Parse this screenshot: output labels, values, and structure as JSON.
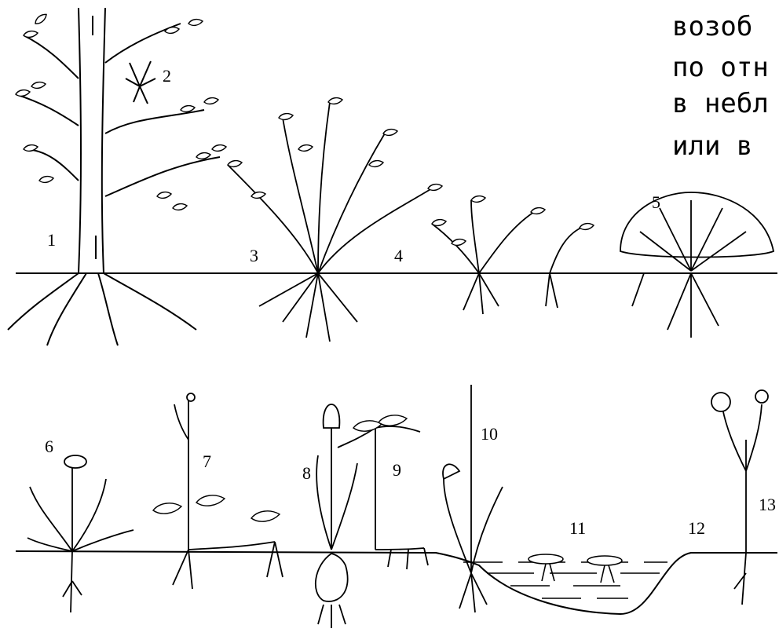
{
  "caption_lines": [
    "возоб",
    "по отн",
    "в небл",
    "или в"
  ],
  "plant_numbers": [
    "1",
    "2",
    "3",
    "4",
    "5",
    "6",
    "7",
    "8",
    "9",
    "10",
    "11",
    "12",
    "13"
  ],
  "colors": {
    "ink": "#000000",
    "background": "#ffffff"
  }
}
